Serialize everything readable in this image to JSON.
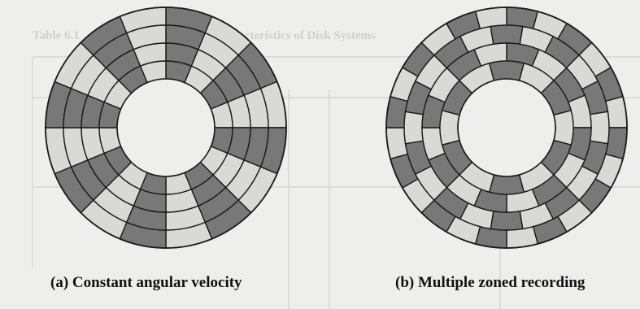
{
  "background_text": {
    "table_title": "Table 6.1",
    "table_heading": "Characteristics of Disk Systems"
  },
  "figures": [
    {
      "id": "a",
      "caption": "(a) Constant angular velocity",
      "scheme": "CAV",
      "tracks": 4,
      "sectors_per_track": [
        16,
        16,
        16,
        16
      ]
    },
    {
      "id": "b",
      "caption": "(b) Multiple zoned recording",
      "scheme": "MZR",
      "tracks": 4,
      "sectors_per_track": [
        24,
        20,
        16,
        12
      ]
    }
  ],
  "colors": {
    "dark_sector": "#787878",
    "light_sector": "#d9d9d6",
    "outline": "#1a1a1a",
    "background": "#eeeeec"
  }
}
